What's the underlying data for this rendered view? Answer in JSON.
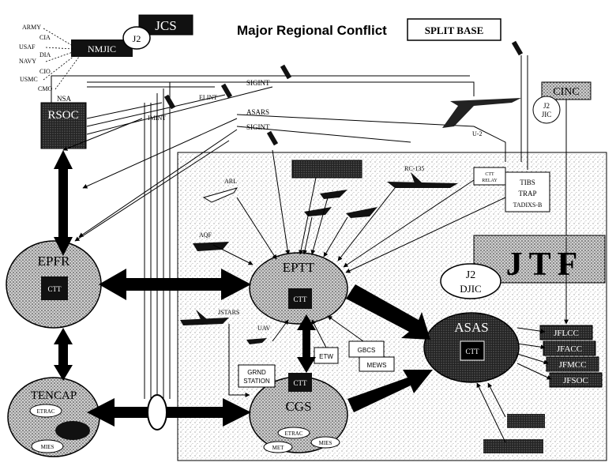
{
  "title": "Major Regional Conflict",
  "mode": "SPLIT BASE",
  "nodes": {
    "jcs": "JCS",
    "j2_top": "J2",
    "nmjic": "NMJIC",
    "rsoc": "RSOC",
    "nsa": "NSA",
    "cinc": "CINC",
    "j2_cinc": "J2",
    "jic": "JIC",
    "jtf": "JTF",
    "j2_jtf": "J2",
    "djic": "DJIC",
    "epfr": "EPFR",
    "eptt": "EPTT",
    "asas": "ASAS",
    "tencap": "TENCAP",
    "cgs": "CGS",
    "ctt": "CTT"
  },
  "agencies": [
    "ARMY",
    "USAF",
    "NAVY",
    "USMC",
    "CMO"
  ],
  "agencies_right": [
    "CIA",
    "DIA",
    "CIO"
  ],
  "links": [
    "SIGINT",
    "ELINT",
    "IMINT",
    "ASARS",
    "SIGINT"
  ],
  "platforms": {
    "u2": "U-2",
    "rc135": "RC-135",
    "arl": "ARL",
    "aqf": "AQF",
    "jstars": "JSTARS",
    "uav": "UAV"
  },
  "relay": [
    "CTT",
    "RELAY"
  ],
  "tibs": [
    "TIBS",
    "TRAP",
    "TADIXS-B"
  ],
  "boxes": {
    "grnd_station": [
      "GRND",
      "STATION"
    ],
    "etw": "ETW",
    "gbcs": "GBCS",
    "mews": "MEWS"
  },
  "tencap_parts": [
    "ETRAC",
    "MIES"
  ],
  "cgs_parts": [
    "ETRAC",
    "MIES",
    "MET"
  ],
  "components": [
    "JFLCC",
    "JFACC",
    "JFMCC",
    "JFSOC"
  ]
}
